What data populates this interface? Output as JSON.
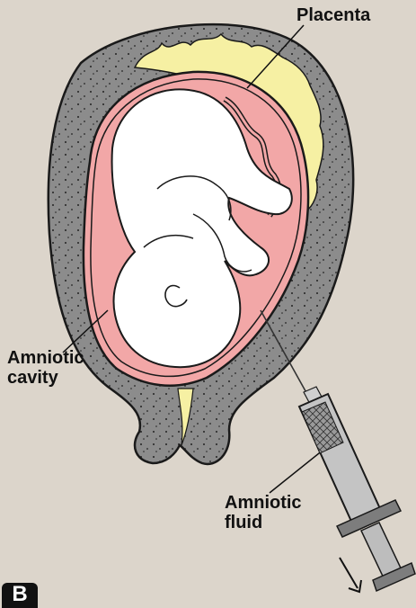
{
  "labels": {
    "placenta": "Placenta",
    "amniotic_cavity_line1": "Amniotic",
    "amniotic_cavity_line2": "cavity",
    "amniotic_fluid_line1": "Amniotic",
    "amniotic_fluid_line2": "fluid"
  },
  "panel_letter": "B",
  "colors": {
    "background": "#dcd5cb",
    "uterine_wall": "#8c8c8c",
    "placenta": "#f6f0a3",
    "amniotic_cavity": "#f2a7a7",
    "fetus": "#ffffff",
    "syringe_body": "#b7b7b7",
    "outline": "#1a1a1a"
  },
  "icons": {
    "arrow": "down-right-arrow"
  }
}
